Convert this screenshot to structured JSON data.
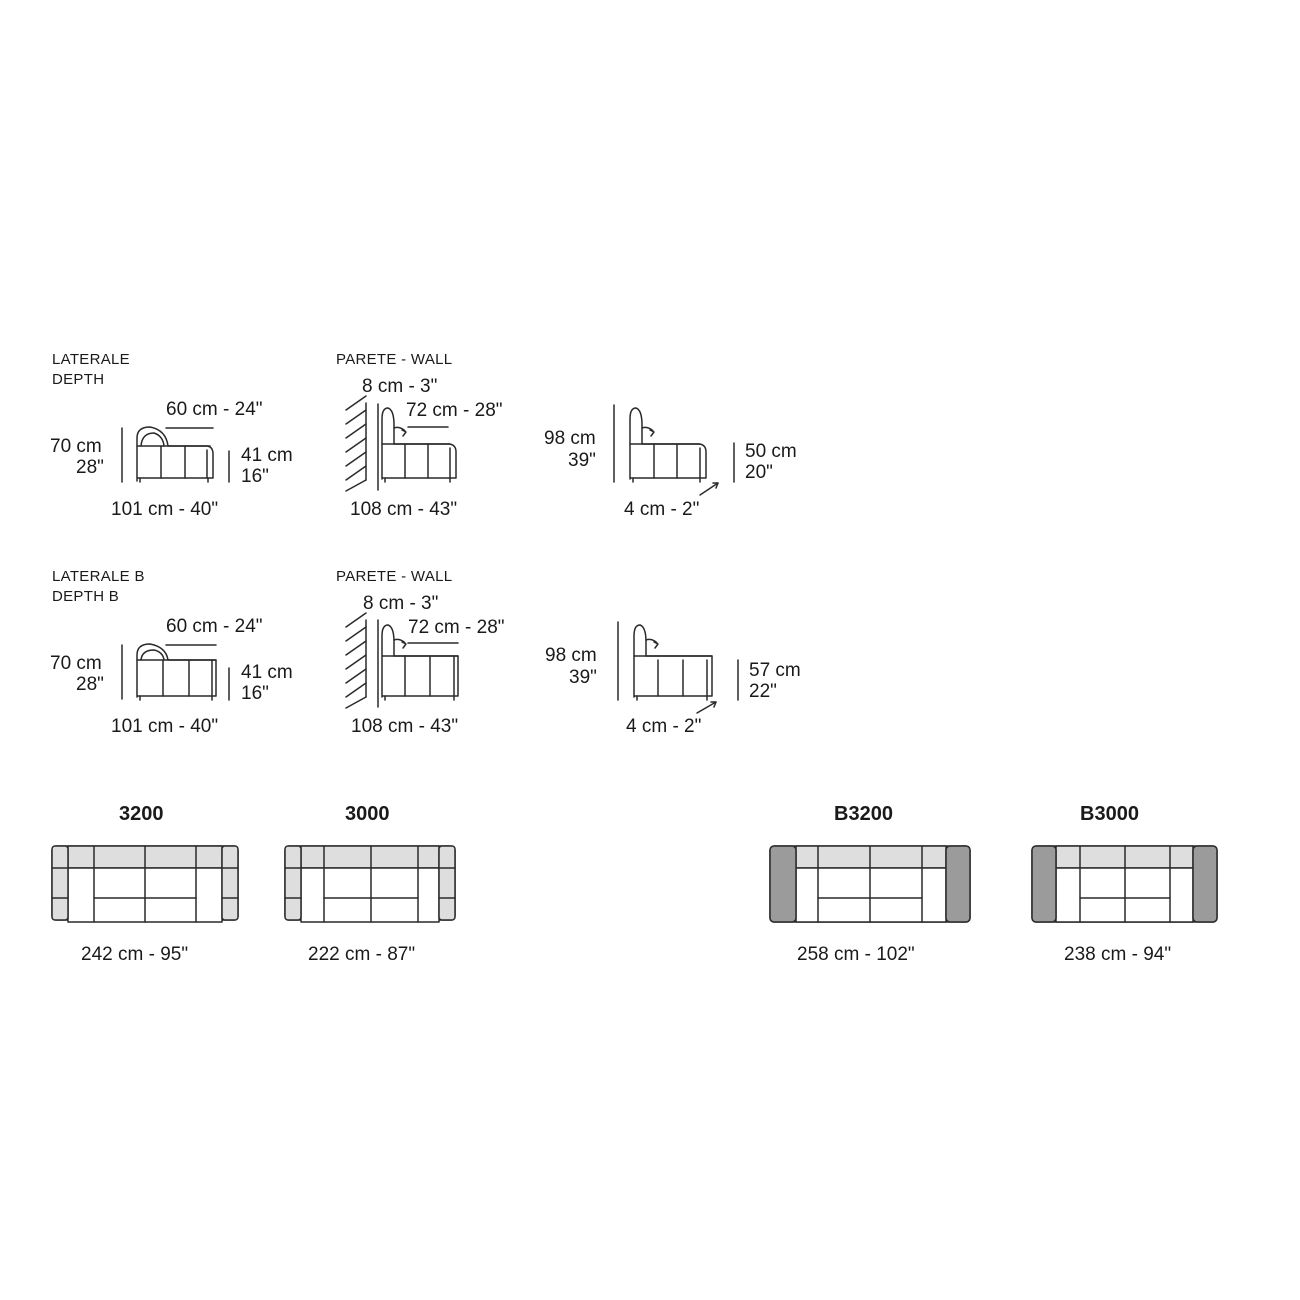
{
  "profiles": {
    "standard": {
      "title_line1": "LATERALE",
      "title_line2": "DEPTH",
      "seat_depth": "60 cm - 24\"",
      "height_cm": "70 cm",
      "height_in": "28\"",
      "seat_height_cm": "41 cm",
      "seat_height_in": "16\"",
      "depth": "101 cm - 40\"",
      "wall_title": "PARETE - WALL",
      "wall_gap": "8 cm - 3\"",
      "recline_seat_depth": "72 cm - 28\"",
      "wall_depth": "108 cm - 43\"",
      "recline_height_cm": "98 cm",
      "recline_height_in": "39\"",
      "recline_seat_height_cm": "50 cm",
      "recline_seat_height_in": "20\"",
      "foot": "4 cm - 2\""
    },
    "b": {
      "title_line1": "LATERALE B",
      "title_line2": "DEPTH B",
      "seat_depth": "60 cm - 24\"",
      "height_cm": "70 cm",
      "height_in": "28\"",
      "seat_height_cm": "41 cm",
      "seat_height_in": "16\"",
      "depth": "101 cm - 40\"",
      "wall_title": "PARETE - WALL",
      "wall_gap": "8 cm - 3\"",
      "recline_seat_depth": "72 cm - 28\"",
      "wall_depth": "108 cm - 43\"",
      "recline_height_cm": "98 cm",
      "recline_height_in": "39\"",
      "recline_seat_height_cm": "57 cm",
      "recline_seat_height_in": "22\"",
      "foot": "4 cm - 2\""
    }
  },
  "models": [
    {
      "name": "3200",
      "width": "242 cm - 95\""
    },
    {
      "name": "3000",
      "width": "222 cm - 87\""
    },
    {
      "name": "B3200",
      "width": "258 cm - 102\""
    },
    {
      "name": "B3000",
      "width": "238 cm - 94\""
    }
  ],
  "colors": {
    "line": "#2a2a2a",
    "light_fill": "#dedede",
    "dark_fill": "#9b9b9b",
    "seat_fill": "#ffffff"
  }
}
